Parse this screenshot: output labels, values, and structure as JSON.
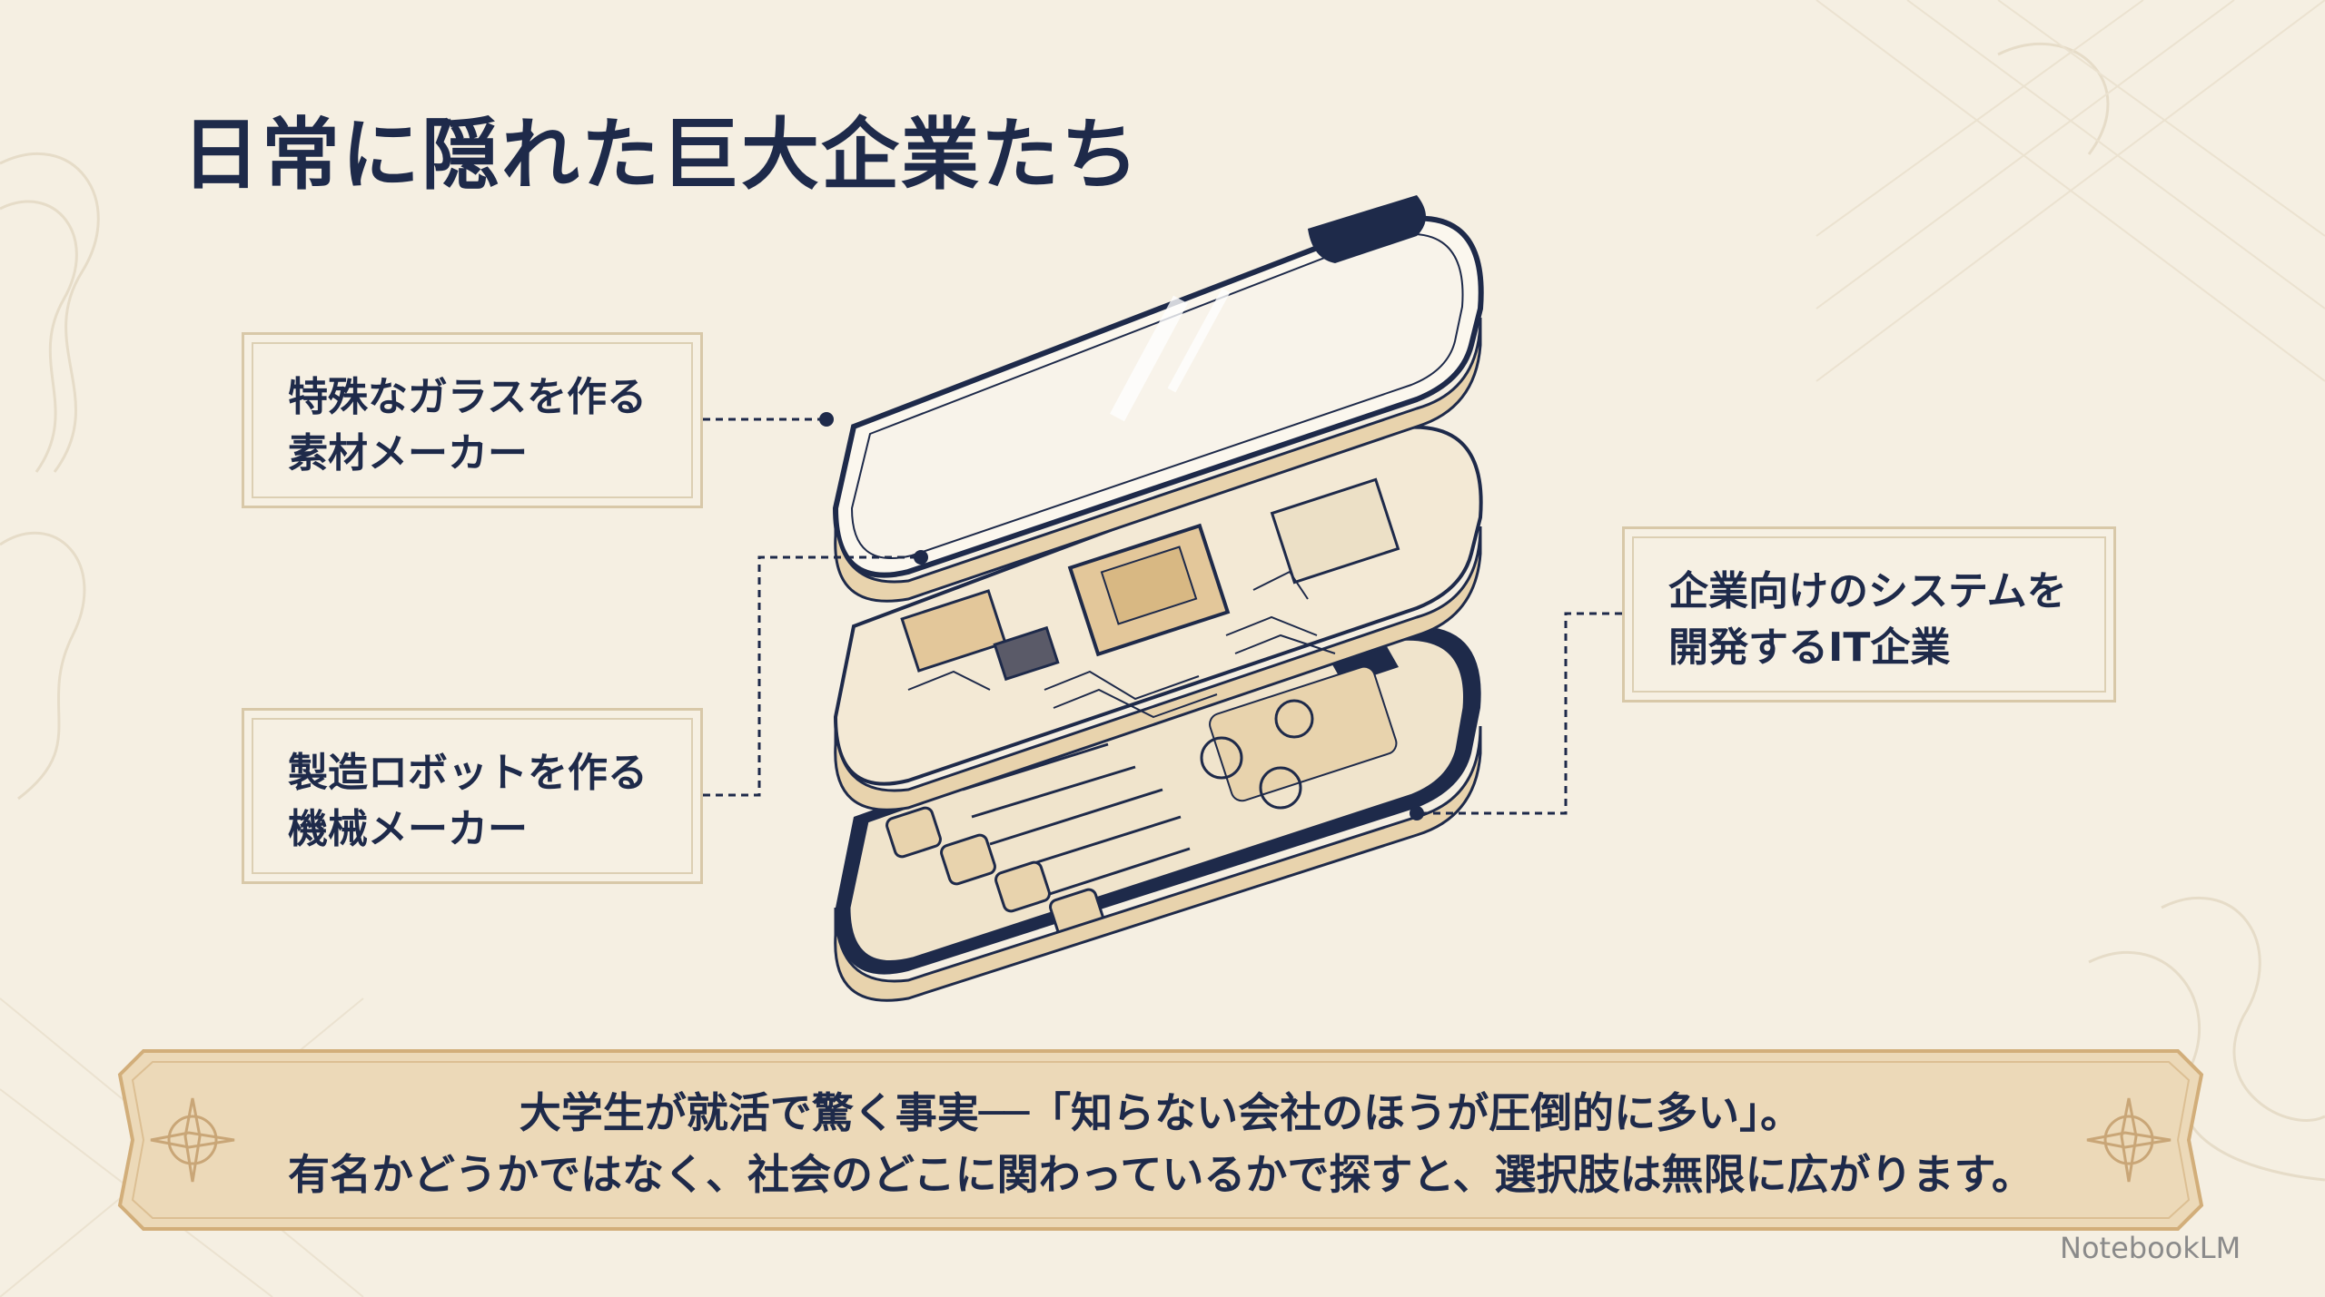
{
  "title": "日常に隠れた巨大企業たち",
  "callouts": {
    "glass": {
      "line1": "特殊なガラスを作る",
      "line2": "素材メーカー"
    },
    "robot": {
      "line1": "製造ロボットを作る",
      "line2": "機械メーカー"
    },
    "it": {
      "line1": "企業向けのシステムを",
      "line2": "開発するIT企業"
    }
  },
  "footer": {
    "line1": "大学生が就活で驚く事実──「知らない会社のほうが圧倒的に多い」。",
    "line2": "有名かどうかではなく、社会のどこに関わっているかで探すと、選択肢は無限に広がります。"
  },
  "brand": "NotebookLM",
  "colors": {
    "navy": "#1e2a4a",
    "paper": "#f5efe2",
    "beige": "#ecd9b8",
    "border": "#d8c8a8"
  }
}
